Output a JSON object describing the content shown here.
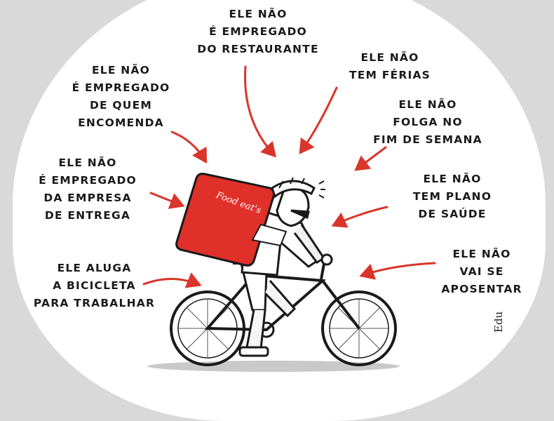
{
  "captions": {
    "restaurante": "ELE NÃO\nÉ EMPREGADO\nDO RESTAURANTE",
    "ferias": "ELE NÃO\nTEM FÉRIAS",
    "quem_encomenda": "ELE NÃO\nÉ EMPREGADO\nDE QUEM\nENCOMENDA",
    "folga": "ELE NÃO\nFOLGA NO\nFIM DE SEMANA",
    "empresa_entrega": "ELE NÃO\nÉ EMPREGADO\nDA EMPRESA\nDE ENTREGA",
    "plano_saude": "ELE NÃO\nTEM PLANO\nDE SAÚDE",
    "aluga_bicicleta": "ELE ALUGA\nA BICICLETA\nPARA TRABALHAR",
    "aposentar": "ELE NÃO\nVAI SE\nAPOSENTAR"
  },
  "backpack_logo": "Food eat's",
  "signature": "Edu",
  "colors": {
    "arrow": "#d9352b",
    "backpack": "#e0302a",
    "ink": "#1a1a1a",
    "background": "#d9d9d9"
  }
}
